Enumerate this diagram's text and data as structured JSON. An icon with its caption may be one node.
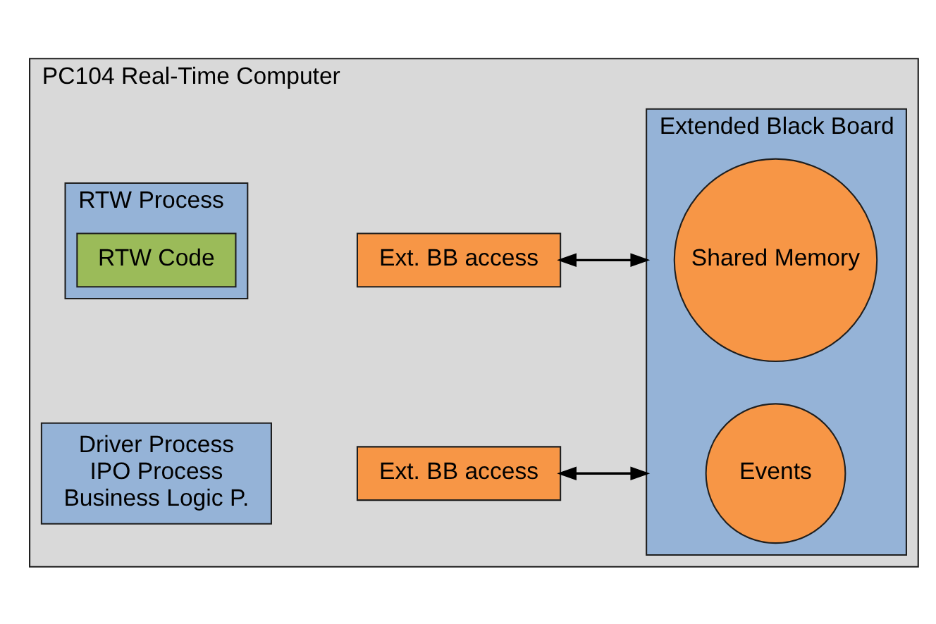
{
  "diagram": {
    "nodes": [
      {
        "text": [
          "PC104 Real-Time Computer"
        ]
      },
      {
        "text": [
          "RTW Process"
        ],
        "in": 0
      },
      {
        "text": [
          "RTW Code"
        ],
        "in": 1
      },
      {
        "text": [
          "Ext. BB access"
        ],
        "in": 0
      },
      {
        "text": [
          "Driver Process",
          "IPO Process",
          "Business Logic P."
        ],
        "in": 0
      },
      {
        "text": [
          "Ext. BB access"
        ],
        "in": 0
      },
      {
        "text": [
          "Extended Black Board"
        ],
        "in": 0
      },
      {
        "text": [
          "Shared Memory"
        ],
        "in": 6
      },
      {
        "text": [
          "Events"
        ],
        "in": 6
      }
    ],
    "edges": [
      {
        "from": 3,
        "to": 6,
        "arrow": "both"
      },
      {
        "from": 5,
        "to": 6,
        "arrow": "both"
      }
    ]
  }
}
